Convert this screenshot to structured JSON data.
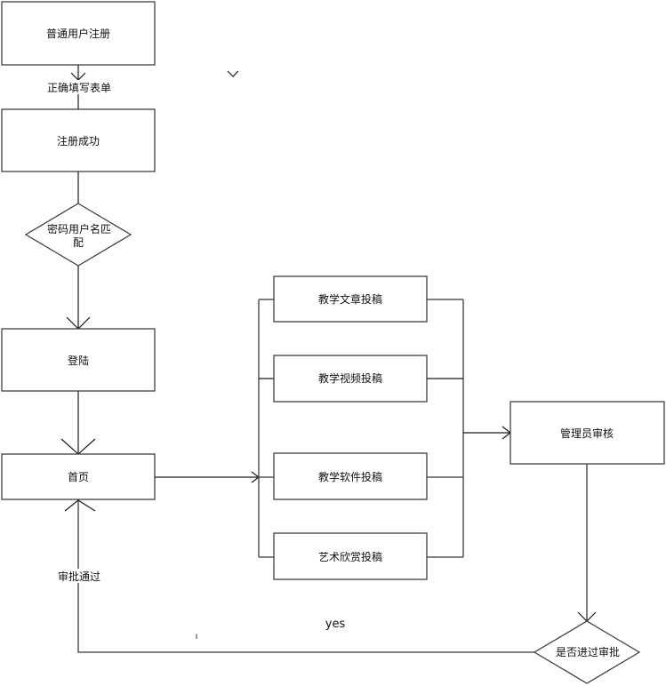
{
  "diagram": {
    "type": "flowchart",
    "nodes": {
      "register": {
        "label": "普通用户注册",
        "shape": "rect"
      },
      "register_ok": {
        "label": "注册成功",
        "shape": "rect"
      },
      "credential_check": {
        "label_line1": "密码用户名匹",
        "label_line2": "配",
        "shape": "diamond"
      },
      "login": {
        "label": "登陆",
        "shape": "rect"
      },
      "home": {
        "label": "首页",
        "shape": "rect"
      },
      "submit_article": {
        "label": "教学文章投稿",
        "shape": "rect"
      },
      "submit_video": {
        "label": "教学视频投稿",
        "shape": "rect"
      },
      "submit_software": {
        "label": "教学软件投稿",
        "shape": "rect"
      },
      "submit_art": {
        "label": "艺术欣赏投稿",
        "shape": "rect"
      },
      "admin_review": {
        "label": "管理员审核",
        "shape": "rect"
      },
      "approval_decision": {
        "label": "是否进过审批",
        "shape": "diamond"
      }
    },
    "edge_labels": {
      "fill_form": "正确填写表单",
      "approved": "审批通过",
      "yes": "yes",
      "stray_mark": "ı"
    }
  }
}
